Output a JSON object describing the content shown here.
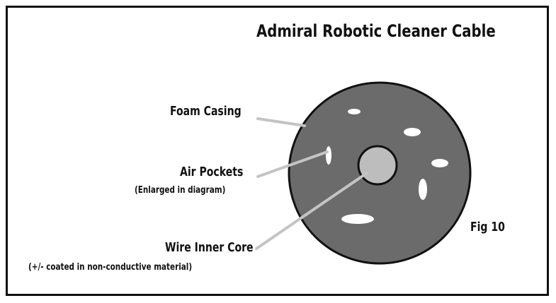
{
  "title": "Admiral Robotic Cleaner Cable",
  "labels": {
    "foam_casing": "Foam Casing",
    "air_pockets": "Air Pockets",
    "air_pockets_note": "(Enlarged in diagram)",
    "wire_core": "Wire Inner Core",
    "wire_core_note": "(+/- coated in non-conductive material)",
    "figure": "Fig 10"
  },
  "colors": {
    "outline": "#111111",
    "casing": "#6b6b6b",
    "core": "#bdbdbd",
    "pocket": "#ffffff",
    "leader_line": "#c4c4c4"
  }
}
